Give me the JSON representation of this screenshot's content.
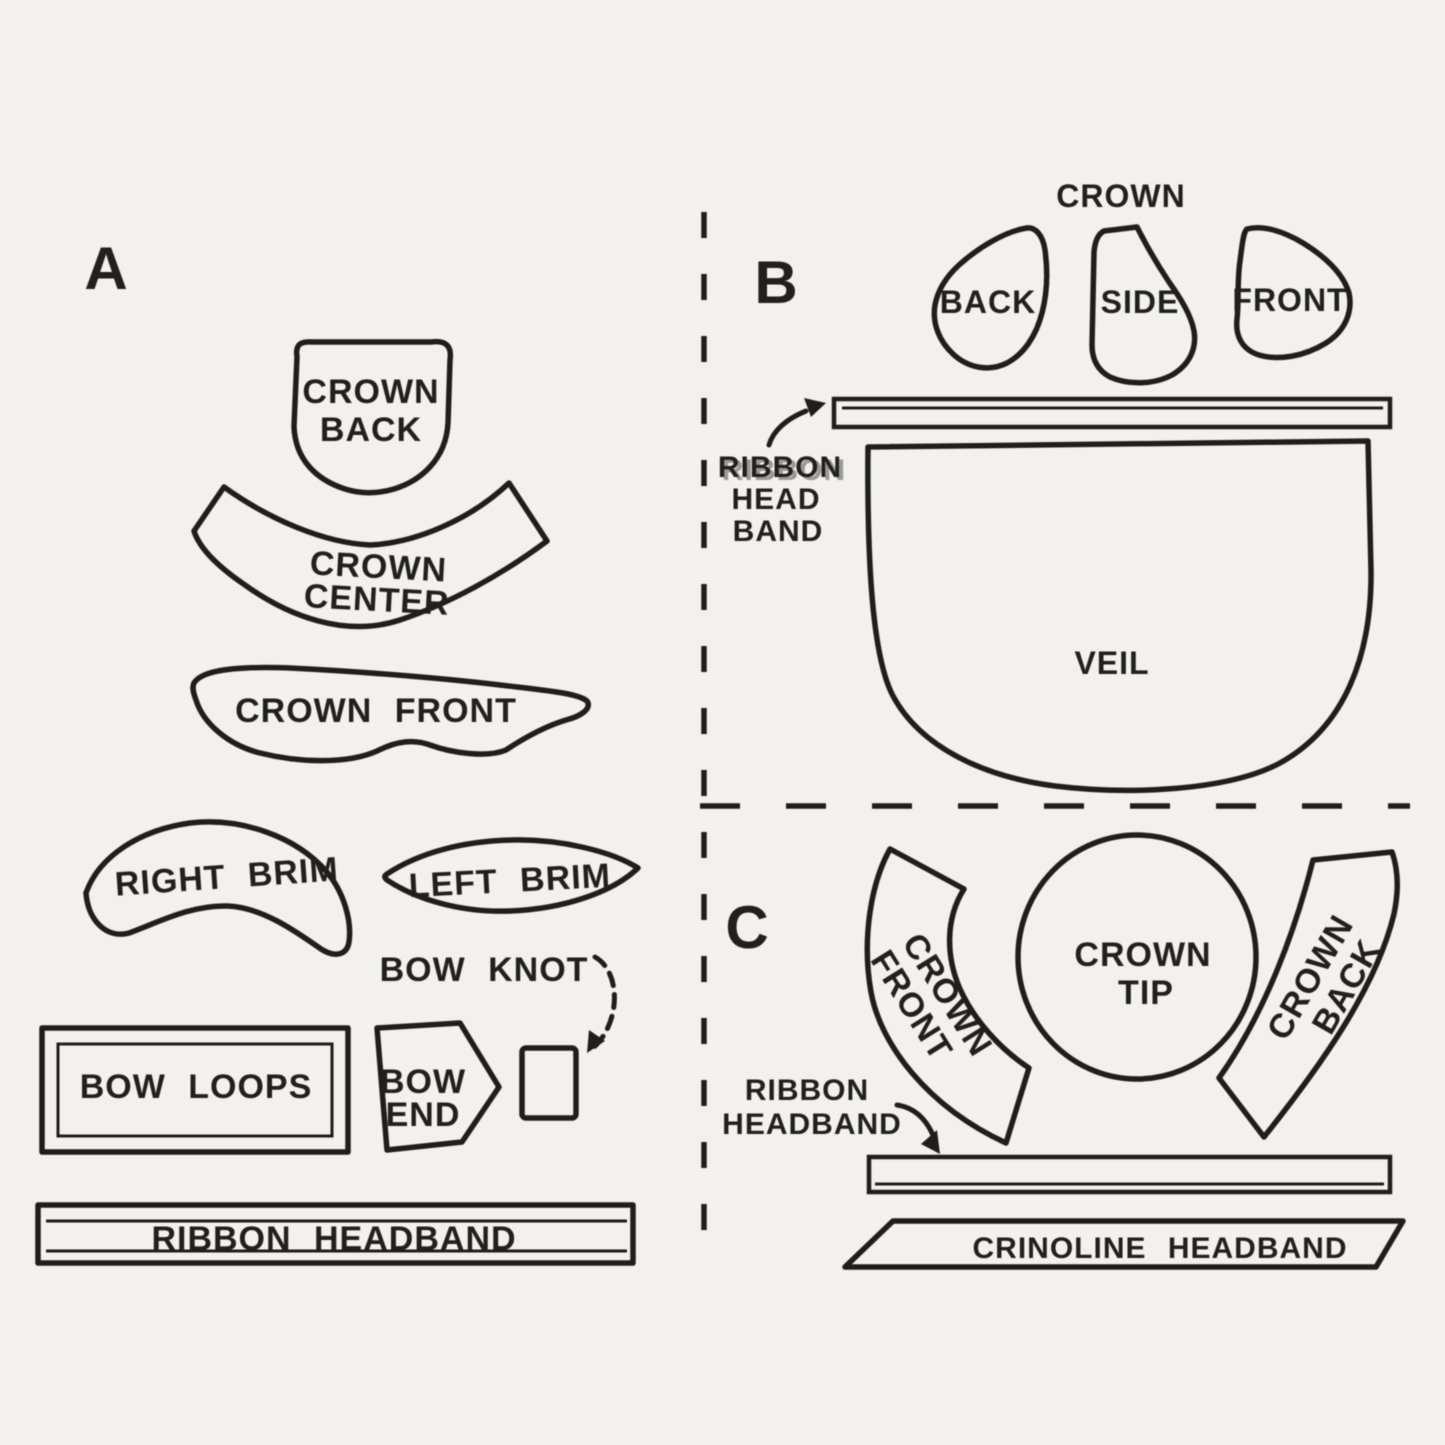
{
  "colors": {
    "background": "#f2f1ee",
    "ink": "#24221f"
  },
  "sections": {
    "a": {
      "letter": "A",
      "crown_back": [
        "CROWN",
        "BACK"
      ],
      "crown_center": [
        "CROWN",
        "CENTER"
      ],
      "crown_front": "CROWN FRONT",
      "right_brim": "RIGHT BRIM",
      "left_brim": "LEFT BRIM",
      "bow_knot": "BOW KNOT",
      "bow_loops": "BOW LOOPS",
      "bow_end": [
        "BOW",
        "END"
      ],
      "ribbon_headband": "RIBBON HEADBAND"
    },
    "b": {
      "letter": "B",
      "crown_title": "CROWN",
      "back": "BACK",
      "side": "SIDE",
      "front": "FRONT",
      "ribbon_head_band": [
        "RIBBON",
        "HEAD",
        "BAND"
      ],
      "veil": "VEIL"
    },
    "c": {
      "letter": "C",
      "crown_front": [
        "CROWN",
        "FRONT"
      ],
      "crown_tip": [
        "CROWN",
        "TIP"
      ],
      "crown_back": [
        "CROWN",
        "BACK"
      ],
      "ribbon_headband": [
        "RIBBON",
        "HEADBAND"
      ],
      "crinoline_headband": "CRINOLINE HEADBAND"
    }
  }
}
